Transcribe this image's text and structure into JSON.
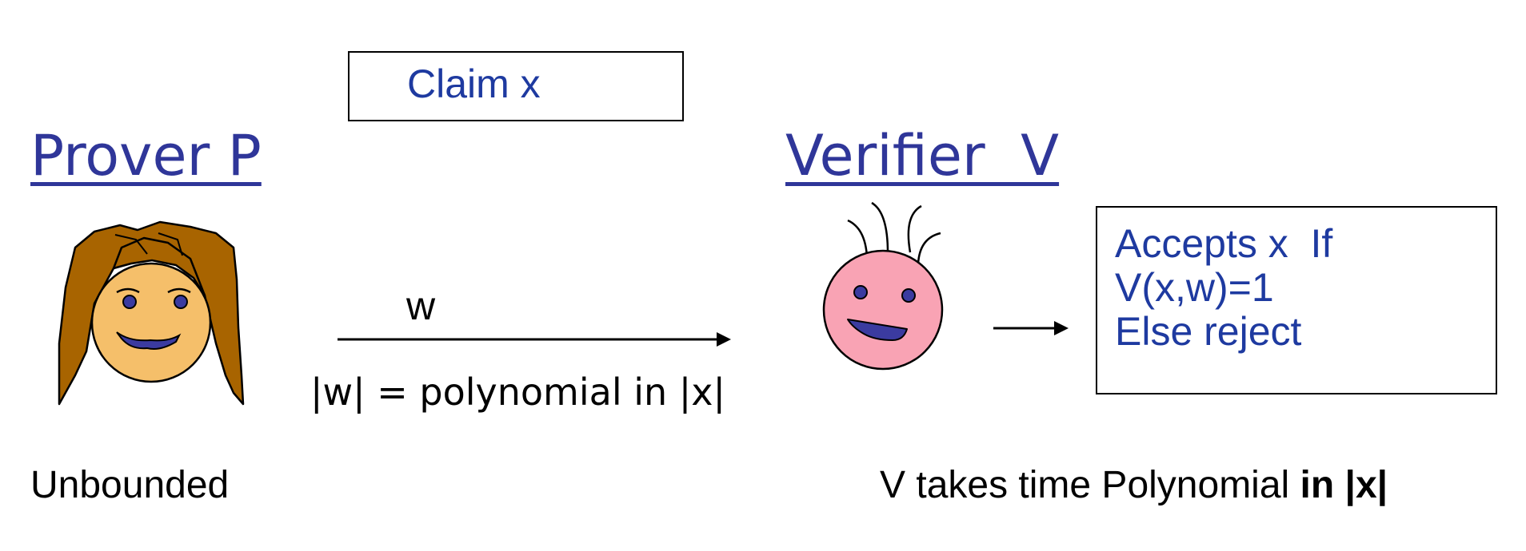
{
  "claim": {
    "label": "Claim x"
  },
  "prover": {
    "heading": "Prover P",
    "note": "Unbounded"
  },
  "verifier": {
    "heading": "Verifier  V",
    "note_prefix": "V takes time Polynomial ",
    "note_bold": "in |x|"
  },
  "message": {
    "label": "w",
    "length_label": "|w| = polynomial in |x|"
  },
  "decision": {
    "lines": [
      "Accepts x  If",
      "V(x,w)=1",
      "Else reject"
    ]
  },
  "colors": {
    "heading_blue": "#2f3699",
    "text_blue": "#1e3aa0",
    "prover_hair": "#a86400",
    "prover_face": "#f5bf6a",
    "verifier_face": "#f9a3b4",
    "eye_mouth": "#3b3ba0"
  }
}
